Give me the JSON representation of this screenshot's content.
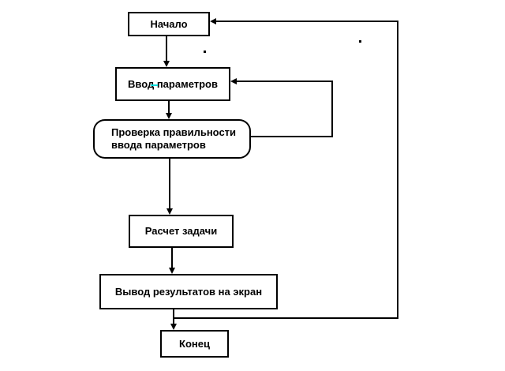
{
  "page": {
    "background": "#ffffff"
  },
  "colors": {
    "line": "#000000",
    "box_border": "#000000",
    "box_fill": "#ffffff",
    "text": "#000000",
    "artifact_underline": "#00dddd"
  },
  "diagram": {
    "type": "flowchart",
    "language": "Russian",
    "nodes": {
      "start": {
        "label": "Начало",
        "shape": "rectangle"
      },
      "input": {
        "label": "Ввод параметров",
        "shape": "rectangle"
      },
      "check": {
        "label": "Проверка правильности ввода параметров",
        "line1": "Проверка правильности",
        "line2": "ввода параметров",
        "shape": "rounded-rectangle"
      },
      "calc": {
        "label": "Расчет задачи",
        "shape": "rectangle"
      },
      "output": {
        "label": "Вывод результатов на экран",
        "shape": "rectangle"
      },
      "end": {
        "label": "Конец",
        "shape": "rectangle"
      }
    },
    "connections": [
      {
        "from": "start",
        "to": "input",
        "style": "straight-down-arrow"
      },
      {
        "from": "input",
        "to": "check",
        "style": "straight-down-arrow"
      },
      {
        "from": "check",
        "to": "calc",
        "style": "straight-down-arrow"
      },
      {
        "from": "check",
        "to": "input",
        "style": "right-side-feedback-loop"
      },
      {
        "from": "calc",
        "to": "output",
        "style": "straight-down-arrow"
      },
      {
        "from": "output",
        "to": "end",
        "style": "straight-down-arrow"
      },
      {
        "from": "output",
        "to": "start",
        "style": "far-right-feedback-loop"
      }
    ],
    "stray_marks": [
      ".",
      "."
    ]
  }
}
